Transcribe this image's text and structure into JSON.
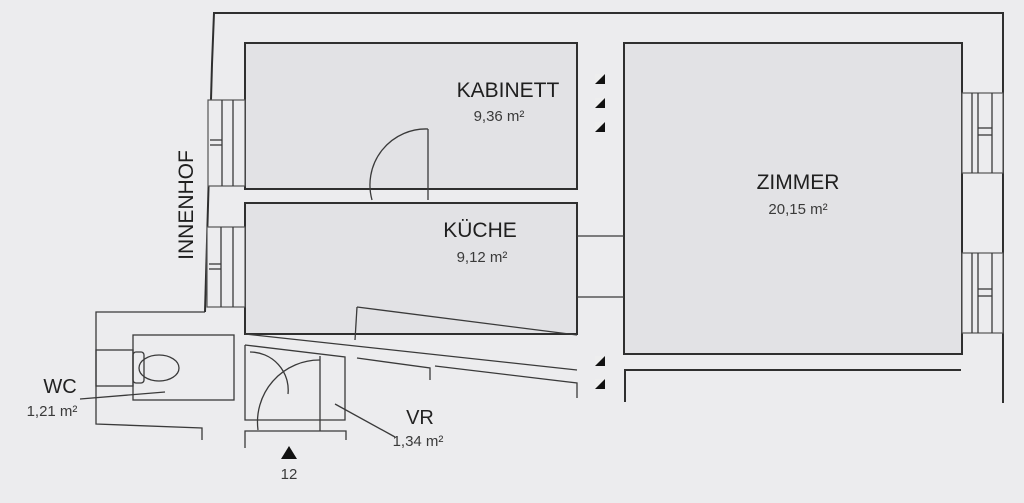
{
  "floorplan": {
    "rooms": [
      {
        "id": "kabinett",
        "name": "KABINETT",
        "area": "9,36 m²"
      },
      {
        "id": "kueche",
        "name": "KÜCHE",
        "area": "9,12 m²"
      },
      {
        "id": "zimmer",
        "name": "ZIMMER",
        "area": "20,15 m²"
      },
      {
        "id": "wc",
        "name": "WC",
        "area": "1,21 m²"
      },
      {
        "id": "vr",
        "name": "VR",
        "area": "1,34 m²"
      }
    ],
    "outdoor_label": "INNENHOF",
    "entrance": {
      "marker": "▲",
      "number": "12"
    }
  },
  "colors": {
    "background": "#ececee",
    "room_fill": "#e2e2e5",
    "wall": "#2f2f2f",
    "text": "#1f1f1f"
  }
}
